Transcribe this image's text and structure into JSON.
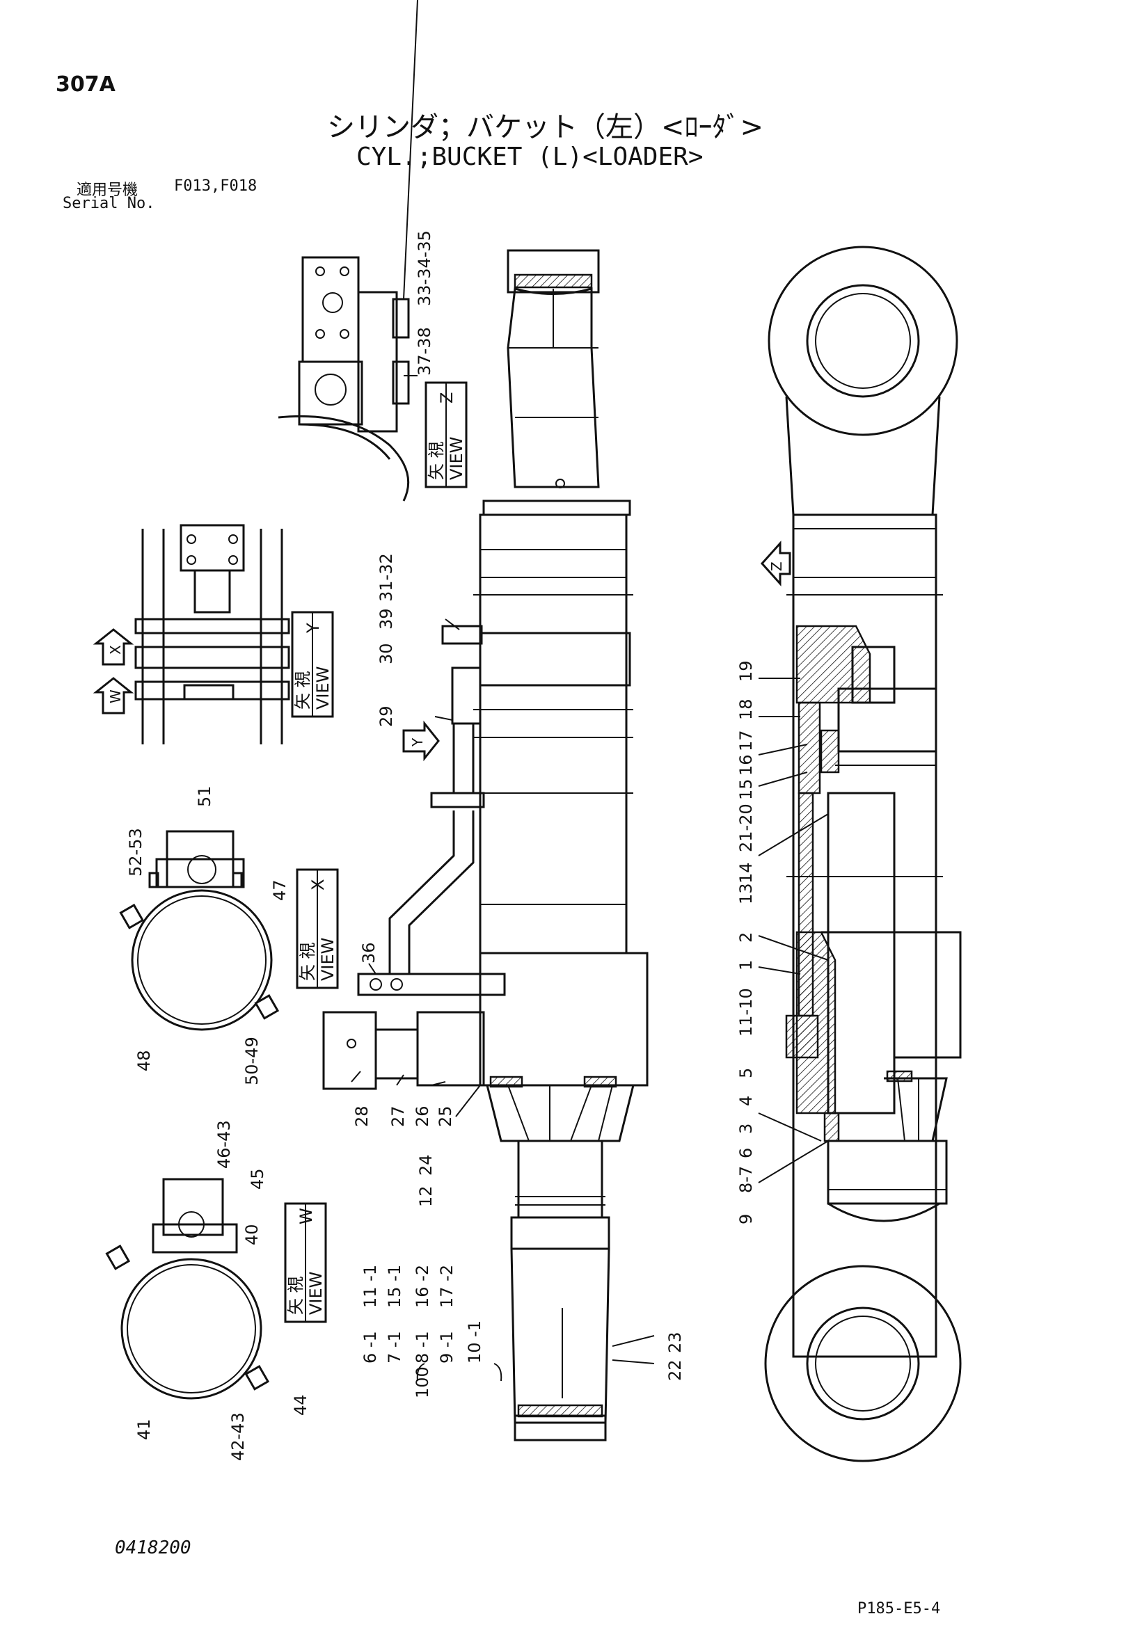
{
  "header": {
    "page_no": "307A",
    "title_jp": "シリンダ；バケット（左）<ﾛｰﾀﾞ>",
    "title_en": "CYL.;BUCKET (L)<LOADER>",
    "serial_jp": "適用号機",
    "serial_value": "F013,F018",
    "serial_en": "Serial No."
  },
  "footer": {
    "doc_no": "0418200",
    "figure_ref": "P185-E5-4"
  },
  "views": {
    "z": {
      "jp": "矢 視",
      "en": "VIEW",
      "letter": "Z"
    },
    "y": {
      "jp": "矢 視",
      "en": "VIEW",
      "letter": "Y"
    },
    "x": {
      "jp": "矢 視",
      "en": "VIEW",
      "letter": "X"
    },
    "w": {
      "jp": "矢 視",
      "en": "VIEW",
      "letter": "W"
    }
  },
  "arrow_tags": {
    "z": "Z",
    "y": "Y",
    "x": "X",
    "w": "W"
  },
  "callouts": {
    "c33_34_35": "33-34-35",
    "c37_38": "37-38",
    "c31_32": "31-32",
    "c39": "39",
    "c30": "30",
    "c29": "29",
    "c36": "36",
    "c28": "28",
    "c27": "27",
    "c26": "26",
    "c25": "25",
    "c24": "24",
    "c12": "12",
    "c51": "51",
    "c52_53": "52-53",
    "c47": "47",
    "c48": "48",
    "c50_49": "50-49",
    "c46_43": "46-43",
    "c45": "45",
    "c40": "40",
    "c41": "41",
    "c42_43": "42-43",
    "c44": "44",
    "c23": "23",
    "c22": "22",
    "c19": "19",
    "c18": "18",
    "c17": "17",
    "c16": "16",
    "c15": "15",
    "c21_20": "21-20",
    "c14": "14",
    "c13": "13",
    "c2": "2",
    "c1": "1",
    "c11_10": "11-10",
    "c5": "5",
    "c4": "4",
    "c3": "3",
    "c6": "6",
    "c8_7": "8-7",
    "c9": "9"
  },
  "kit_table": {
    "prefix": "100",
    "col1": [
      "6 -1",
      "7 -1",
      "8 -1",
      "9 -1",
      "10 -1"
    ],
    "col2": [
      "11 -1",
      "15 -1",
      "16 -2",
      "17 -2"
    ]
  }
}
